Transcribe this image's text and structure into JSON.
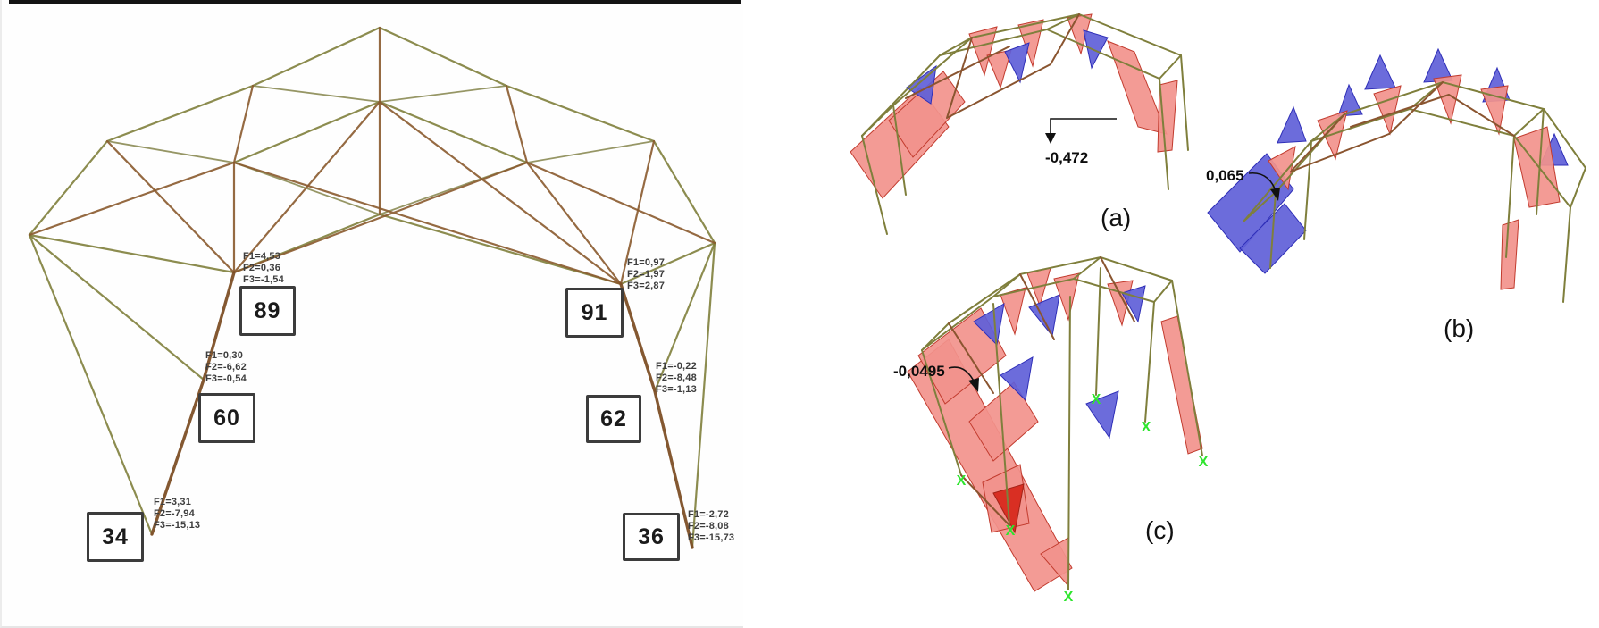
{
  "figure": {
    "panels": {
      "left": {
        "description": "Space truss wireframe with numbered nodes and nodal force values",
        "nodes": {
          "n34": "34",
          "n60": "60",
          "n89": "89",
          "n91": "91",
          "n62": "62",
          "n36": "36"
        },
        "force_labels": {
          "n89": {
            "lines": [
              "F1=4,53",
              "F2=0,36",
              "F3=-1,54"
            ]
          },
          "n60": {
            "lines": [
              "F1=0,30",
              "F2=-6,62",
              "F3=-0,54"
            ]
          },
          "n34": {
            "lines": [
              "F1=3,31",
              "F2=-7,94",
              "F3=-15,13"
            ]
          },
          "n91": {
            "lines": [
              "F1=0,97",
              "F2=1,97",
              "F3=2,87"
            ]
          },
          "n62": {
            "lines": [
              "F1=-0,22",
              "F2=-8,48",
              "F3=-1,13"
            ]
          },
          "n36": {
            "lines": [
              "F1=-2,72",
              "F2=-8,08",
              "F3=-15,73"
            ]
          }
        },
        "colors": {
          "member_olive": "#7f7f3c",
          "member_brown": "#8a5a2e"
        }
      },
      "right": {
        "description": "Three finite-element result views with red/blue moment diagrams",
        "views": {
          "a": {
            "label": "(a)",
            "annotation": "-0,472"
          },
          "b": {
            "label": "(b)",
            "annotation": "0,065"
          },
          "c": {
            "label": "(c)",
            "annotation": "-0,0495"
          }
        },
        "support_marker_glyph": "X",
        "colors": {
          "positive_fill": "#f2938c",
          "positive_solid": "#d92f23",
          "negative_fill": "#6060d8",
          "frame": "#7f7f3c",
          "support_green": "#2ee52e"
        }
      }
    }
  }
}
